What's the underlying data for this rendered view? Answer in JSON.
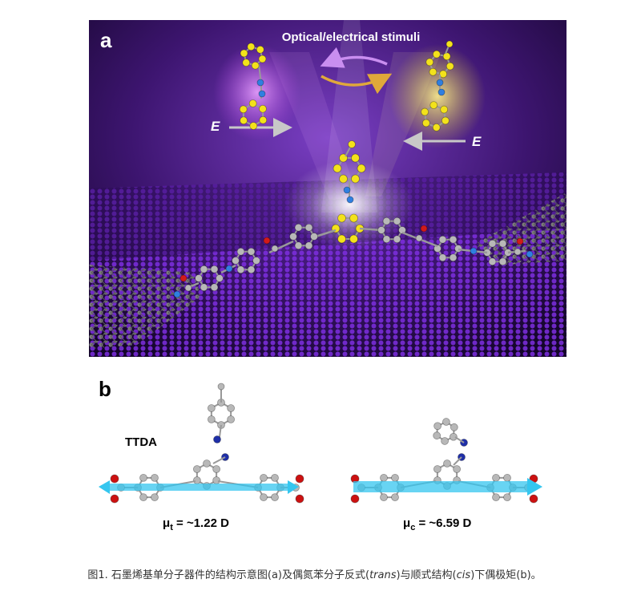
{
  "panel_a": {
    "label": "a",
    "stimuli_text": "Optical/electrical stimuli",
    "field_left": "E",
    "field_right": "E"
  },
  "panel_b": {
    "label": "b",
    "molecule_name": "TTDA",
    "trans_dipole_symbol": "μ",
    "trans_dipole_subscript": "t",
    "trans_dipole_value": " = ~1.22 D",
    "cis_dipole_symbol": "μ",
    "cis_dipole_subscript": "c",
    "cis_dipole_value": " = ~6.59 D"
  },
  "caption": {
    "prefix": "图1. 石墨烯基单分子器件的结构示意图(a)及偶氮苯分子反式(",
    "trans": "trans",
    "middle": ")与顺式结构(",
    "cis": "cis",
    "suffix": ")下偶极矩(b)。"
  },
  "colors": {
    "background_purple": "#5a1f9e",
    "carbon_yellow": "#f3e21b",
    "carbon_grey": "#b8b8b8",
    "nitrogen_blue": "#2f7fe0",
    "oxygen_red": "#d11a1a",
    "dipole_arrow": "#35c6ef"
  }
}
